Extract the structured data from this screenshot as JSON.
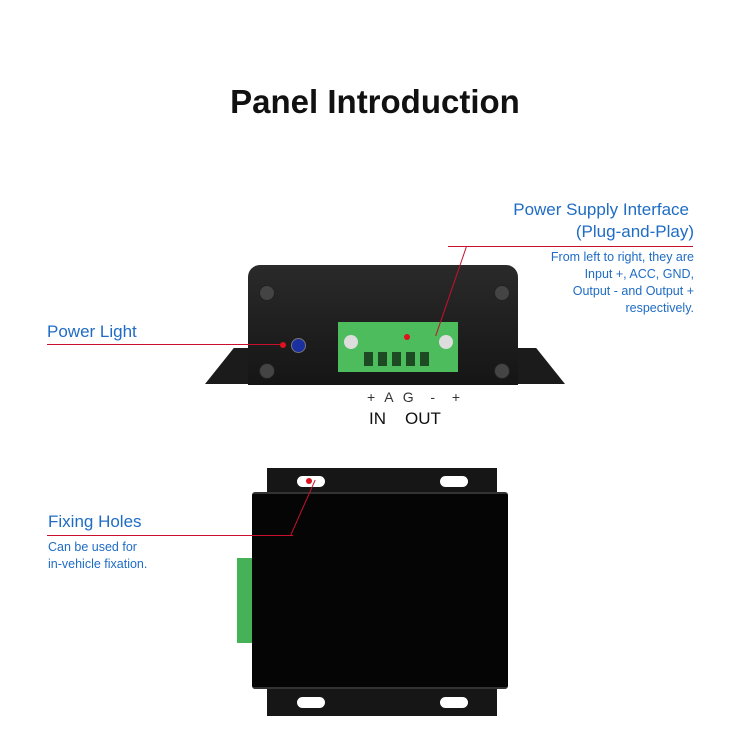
{
  "title": "Panel Introduction",
  "power_supply": {
    "heading_1": "Power Supply Interface",
    "heading_2": "(Plug-and-Play)",
    "desc": [
      "From left to right, they are",
      "Input +, ACC, GND,",
      "Output - and Output +",
      "respectively."
    ]
  },
  "power_light": {
    "heading": "Power Light"
  },
  "terminal": {
    "pins": "+ A G  -  +",
    "in": "IN",
    "out": "OUT"
  },
  "fixing_holes": {
    "heading": "Fixing Holes",
    "desc": [
      "Can be used for",
      "in-vehicle fixation."
    ]
  }
}
